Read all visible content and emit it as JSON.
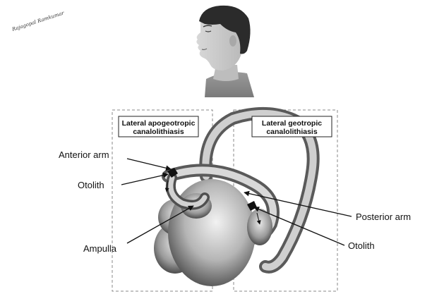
{
  "signature": "Rajagopal Ramkumar",
  "boxes": {
    "left_title_line1": "Lateral apogeotropic",
    "left_title_line2": "canalolithiasis",
    "right_title_line1": "Lateral geotropic",
    "right_title_line2": "canalolithiasis"
  },
  "labels": {
    "anterior_arm": "Anterior arm",
    "otolith_left": "Otolith",
    "ampulla": "Ampulla",
    "posterior_arm": "Posterior arm",
    "otolith_right": "Otolith"
  },
  "colors": {
    "hair": "#2b2b2b",
    "skin": "#c9c9c9",
    "shirt": "#8a8a8a",
    "box_border": "#8a8a8a"
  }
}
